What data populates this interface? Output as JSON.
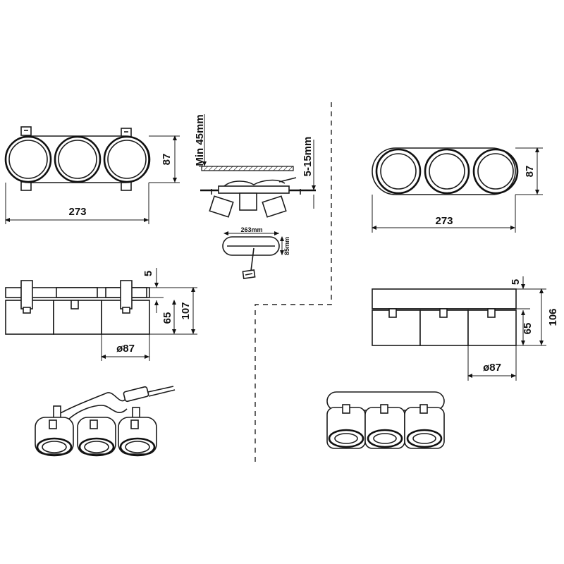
{
  "dimensions": {
    "recessed_top_width": "273",
    "recessed_top_height": "87",
    "surface_top_width": "273",
    "surface_top_height": "87",
    "recessed_side_top": "5",
    "recessed_side_height": "107",
    "recessed_side_body": "65",
    "recessed_side_diameter": "ø87",
    "surface_side_top": "5",
    "surface_side_height": "106",
    "surface_side_body": "65",
    "surface_side_diameter": "ø87",
    "ceiling_min_depth": "Min 45mm",
    "ceiling_thickness": "5-15mm",
    "cutout_length": "263mm",
    "cutout_width": "85mm"
  },
  "colors": {
    "line": "#1a1a1a",
    "background": "#ffffff"
  }
}
